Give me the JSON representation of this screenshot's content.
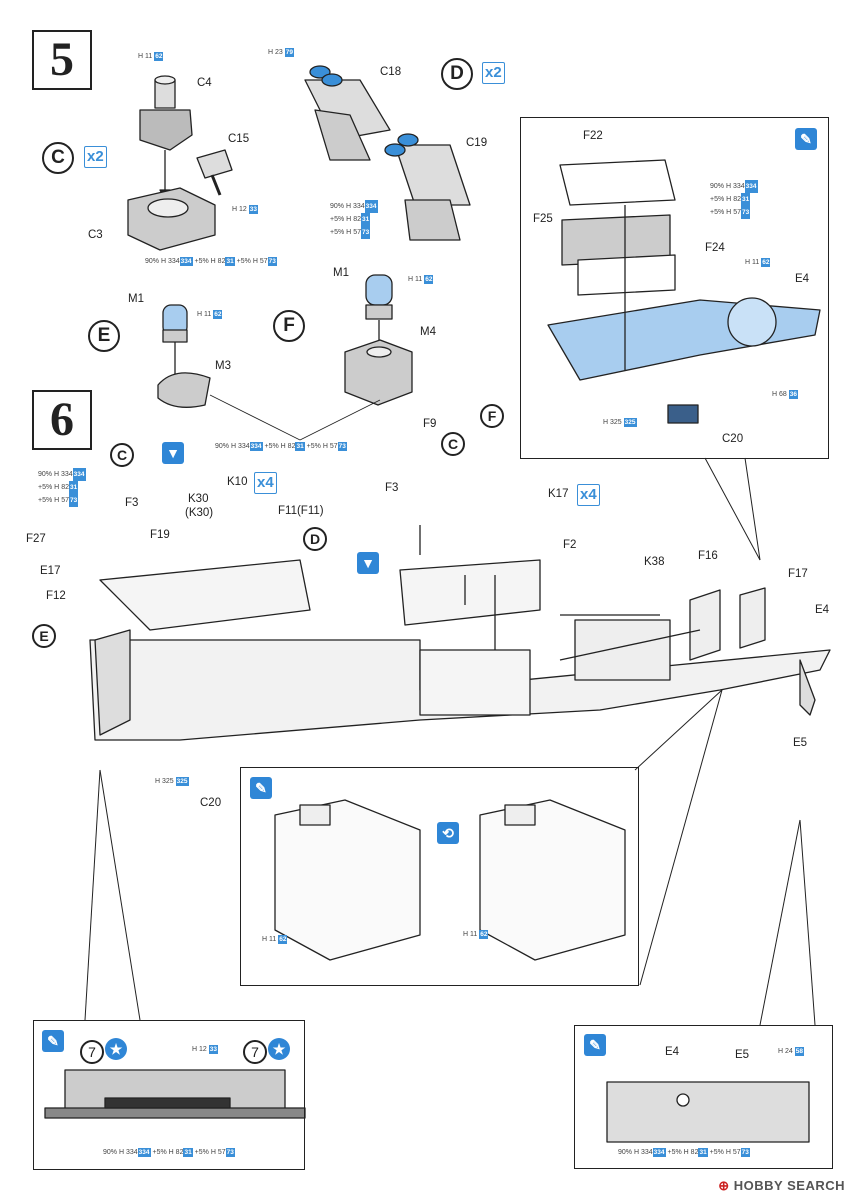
{
  "steps": {
    "five": "5",
    "six": "6"
  },
  "step5": {
    "parts": {
      "C4": "C4",
      "C15": "C15",
      "C3": "C3",
      "C18": "C18",
      "C19": "C19",
      "M1a": "M1",
      "M3": "M3",
      "M1b": "M1",
      "M4": "M4"
    },
    "groups": {
      "C": "C",
      "D": "D",
      "E": "E",
      "F": "F",
      "Cx": "x2",
      "Dx": "x2"
    }
  },
  "step6": {
    "parts": {
      "F3a": "F3",
      "F27": "F27",
      "E17": "E17",
      "F12": "F12",
      "F19": "F19",
      "K30": "K30",
      "K30b": "(K30)",
      "K10": "K10",
      "F11": "F11(F11)",
      "F9": "F9",
      "F3b": "F3",
      "K17": "K17",
      "F2": "F2",
      "K38": "K38",
      "F16": "F16",
      "F17": "F17",
      "E4": "E4",
      "E5": "E5",
      "C20": "C20"
    },
    "groups": {
      "C1": "C",
      "D1": "D",
      "E1": "E",
      "F1": "F",
      "C2": "C",
      "K10x": "x4",
      "K17x": "x4"
    }
  },
  "detail_top": {
    "F22": "F22",
    "F25": "F25",
    "F24": "F24",
    "E4": "E4",
    "C20": "C20"
  },
  "detail_left": {
    "n1": "7",
    "n2": "7"
  },
  "detail_right": {
    "E4": "E4",
    "E5": "E5"
  },
  "paint": {
    "p90": "90%",
    "p5": "+5%",
    "H": "H",
    "c11": "11",
    "c62": "62",
    "c12": "12",
    "c33": "33",
    "c23": "23",
    "c79": "79",
    "c334": "334",
    "c82": "82",
    "c31": "31",
    "c57": "57",
    "c73": "73",
    "c68": "68",
    "c36": "36",
    "c325": "325",
    "c24": "24",
    "c58": "58"
  },
  "watermark": {
    "brand": "HOBBY SEARCH"
  }
}
